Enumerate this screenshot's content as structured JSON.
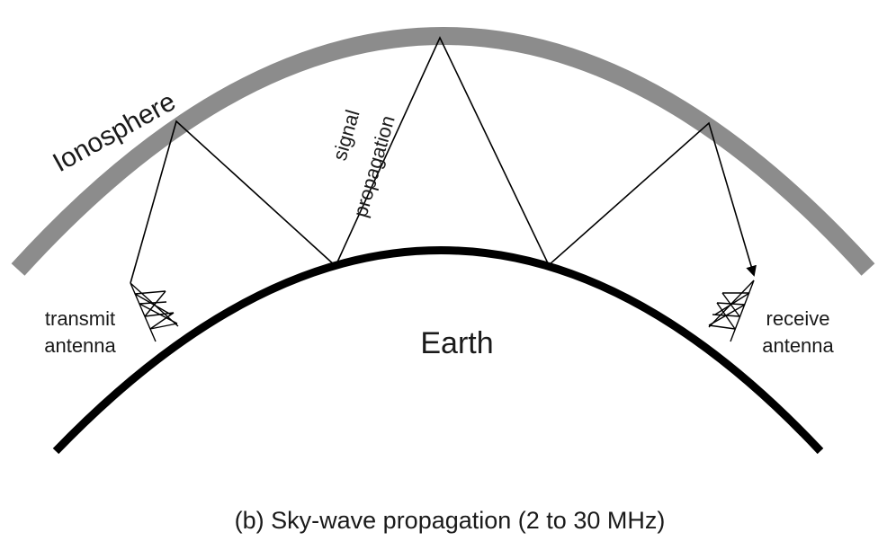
{
  "diagram": {
    "ionosphere_label": "Ionosphere",
    "earth_label": "Earth",
    "signal_label_line1": "signal",
    "signal_label_line2": "propagation",
    "transmit_label_line1": "transmit",
    "transmit_label_line2": "antenna",
    "receive_label_line1": "receive",
    "receive_label_line2": "antenna",
    "caption": "(b) Sky-wave propagation (2 to 30 MHz)"
  },
  "colors": {
    "ionosphere": "#8c8c8c",
    "earth": "#000000",
    "signal": "#000000",
    "text": "#1a1a1a"
  }
}
